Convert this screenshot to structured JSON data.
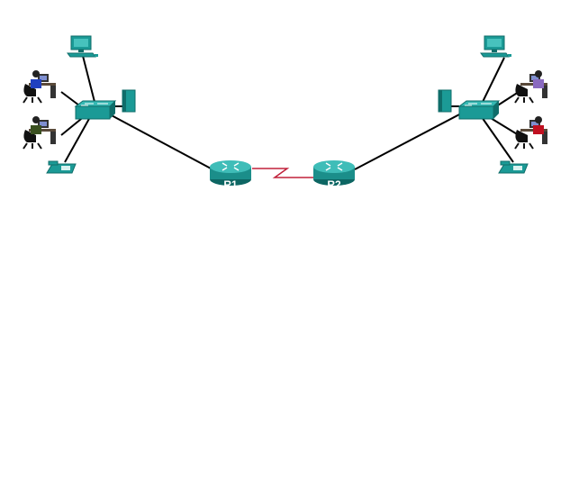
{
  "routers": [
    {
      "id": "r1",
      "label": "R1"
    },
    {
      "id": "r2",
      "label": "R2"
    }
  ],
  "colors": {
    "device": "#1b9a96",
    "device_dark": "#0f6d6a",
    "ethernet": "#000000",
    "serial": "#c0203a"
  }
}
